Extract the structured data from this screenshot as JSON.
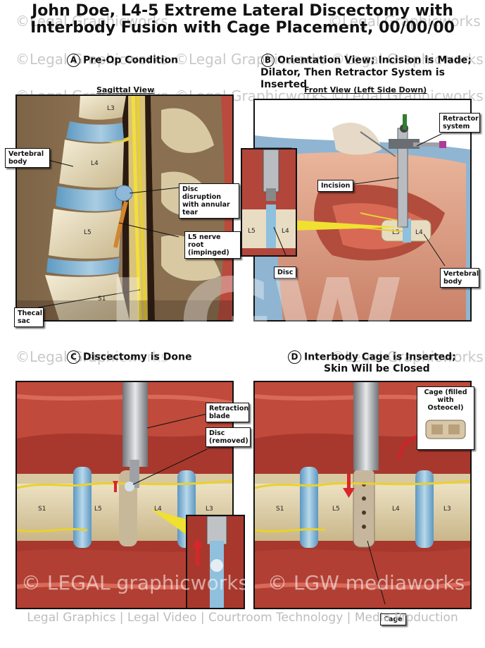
{
  "title": {
    "line1": "John Doe, L4-5 Extreme Lateral Discectomy with",
    "line2": "Interbody Fusion with Cage Placement, 00/00/00"
  },
  "watermark": {
    "text": "©Legal Graphicworks",
    "big": "LGW",
    "bottom_left": "© LEGAL graphicworks",
    "bottom_right": "© LGW mediaworks"
  },
  "panels": {
    "a": {
      "letter": "A",
      "heading": "Pre-Op Condition",
      "view": "Sagittal View",
      "callouts": {
        "vertebral_body": "Vertebral body",
        "disc_disruption": "Disc disruption with annular tear",
        "l5_nerve_root": "L5 nerve root (impinged)",
        "thecal_sac": "Thecal sac"
      },
      "labels": {
        "l3": "L3",
        "l4": "L4",
        "l5": "L5",
        "s1": "S1"
      }
    },
    "b": {
      "letter": "B",
      "heading_line1": "Orientation View; Incision is Made;",
      "heading_line2": "Dilator, Then Retractor System is Inserted",
      "view": "Front View (Left Side Down)",
      "callouts": {
        "retractor_system": "Retractor system",
        "incision": "Incision",
        "disc": "Disc",
        "vertebral_body": "Vertebral body"
      },
      "labels": {
        "l5": "L5",
        "l4": "L4"
      }
    },
    "c": {
      "letter": "C",
      "heading": "Discectomy is Done",
      "callouts": {
        "retraction_blade": "Retraction blade",
        "disc_removed": "Disc (removed)"
      },
      "labels": {
        "s1": "S1",
        "l5": "L5",
        "l4": "L4",
        "l3": "L3"
      }
    },
    "d": {
      "letter": "D",
      "heading_line1": "Interbody Cage is Inserted;",
      "heading_line2": "Skin Will be Closed",
      "callouts": {
        "cage_filled": "Cage (filled with Osteocel)",
        "cage": "Cage"
      },
      "labels": {
        "s1": "S1",
        "l5": "L5",
        "l4": "L4",
        "l3": "L3"
      }
    }
  },
  "footer": "Legal Graphics | Legal Video | Courtroom Technology | Media Production"
}
